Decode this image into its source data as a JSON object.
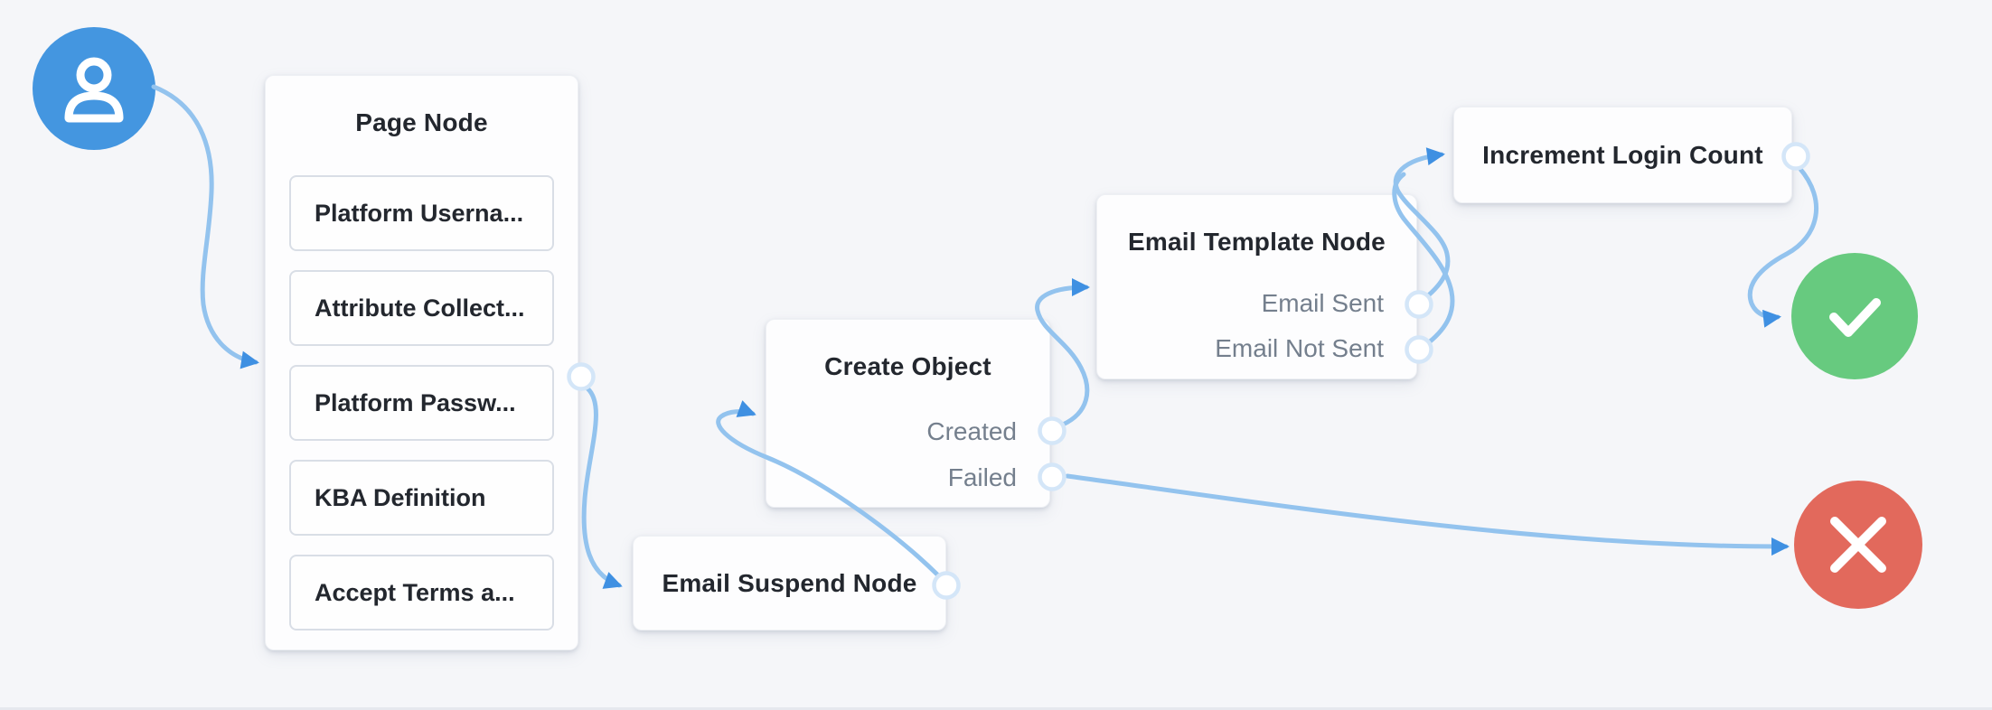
{
  "app": {
    "view": "journey-flow-editor",
    "background_color": "#f5f6f9",
    "wire_color": "#93c3ee",
    "arrow_color": "#3f90e2",
    "title_color": "#23272e",
    "outcome_color": "#747f8d"
  },
  "start_node": {
    "id": "start",
    "icon": "user-icon",
    "color": "#4496e0"
  },
  "nodes": [
    {
      "id": "page-node",
      "title": "Page Node",
      "items": [
        "Platform Userna...",
        "Attribute Collect...",
        "Platform Passw...",
        "KBA Definition",
        "Accept Terms a..."
      ]
    },
    {
      "id": "create-object",
      "title": "Create Object",
      "outcomes": [
        "Created",
        "Failed"
      ]
    },
    {
      "id": "email-suspend-node",
      "title": "Email Suspend Node"
    },
    {
      "id": "email-template-node",
      "title": "Email Template Node",
      "outcomes": [
        "Email Sent",
        "Email Not Sent"
      ]
    },
    {
      "id": "increment-login-count",
      "title": "Increment Login Count"
    }
  ],
  "end_nodes": [
    {
      "id": "success",
      "icon": "check-icon",
      "color": "#67ca7f"
    },
    {
      "id": "failure",
      "icon": "x-icon",
      "color": "#e2695c"
    }
  ],
  "connections": [
    {
      "from": "start",
      "to": "page-node"
    },
    {
      "from": "page-node",
      "to": "email-suspend-node"
    },
    {
      "from": "email-suspend-node",
      "to": "create-object"
    },
    {
      "from": "create-object:Created",
      "to": "email-template-node"
    },
    {
      "from": "create-object:Failed",
      "to": "failure"
    },
    {
      "from": "email-template-node:Email Sent",
      "to": "increment-login-count"
    },
    {
      "from": "email-template-node:Email Not Sent",
      "to": "increment-login-count"
    },
    {
      "from": "increment-login-count",
      "to": "success"
    }
  ]
}
